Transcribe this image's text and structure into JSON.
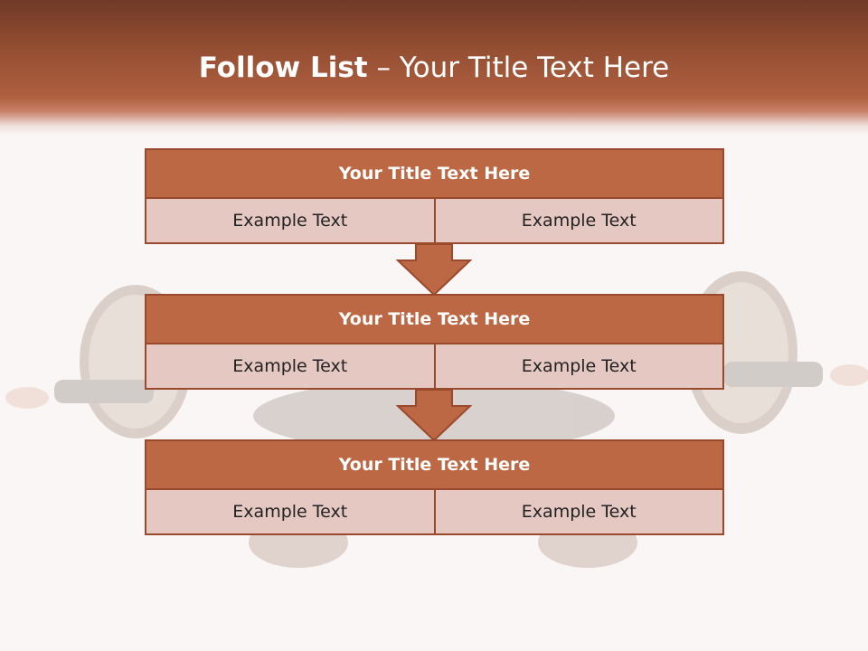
{
  "header": {
    "title_bold": "Follow List",
    "title_rest": " – Your Title Text Here"
  },
  "blocks": [
    {
      "title": "Your Title Text Here",
      "left": "Example Text",
      "right": "Example Text"
    },
    {
      "title": "Your Title Text Here",
      "left": "Example Text",
      "right": "Example Text"
    },
    {
      "title": "Your Title Text Here",
      "left": "Example Text",
      "right": "Example Text"
    }
  ],
  "colors": {
    "header_brown": "#b0603f",
    "box_title": "#bd6844",
    "box_cell": "#e6c8c3",
    "border": "#9a4a2c"
  }
}
